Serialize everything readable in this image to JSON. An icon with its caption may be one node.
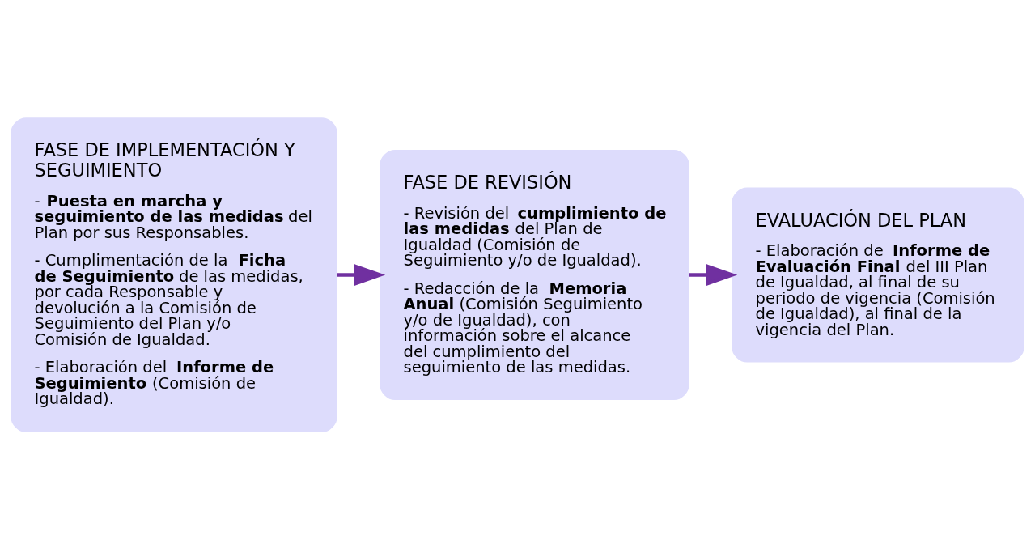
{
  "diagram": {
    "nodes": [
      {
        "text": [
          "FASE DE IMPLEMENTACIÓN Y SEGUIMIENTO",
          "- **Puesta en marcha y seguimiento de las medidas** del Plan por sus Responsables.",
          "- Cumplimentación de la **Ficha de Seguimiento** de las medidas, por cada Responsable y devolución a la Comisión de Seguimiento del Plan y/o Comisión de Igualdad.",
          "- Elaboración del **Informe de Seguimiento** (Comisión de Igualdad)."
        ]
      },
      {
        "text": [
          "FASE DE REVISIÓN",
          "- Revisión del **cumplimiento de las medidas** del Plan de Igualdad (Comisión de Seguimiento y/o de Igualdad).",
          "- Redacción de la **Memoria Anual** (Comisión Seguimiento y/o de Igualdad), con información sobre el alcance del cumplimiento del seguimiento de las medidas."
        ]
      },
      {
        "text": [
          "EVALUACIÓN DEL PLAN",
          "- Elaboración de **Informe de Evaluación Final** del III Plan de Igualdad, al final de su periodo de vigencia (Comisión de Igualdad), al final de la vigencia del Plan."
        ]
      }
    ],
    "edges": [
      {
        "from": 0,
        "to": 1,
        "arrow": "to"
      },
      {
        "from": 1,
        "to": 2,
        "arrow": "to"
      }
    ]
  }
}
